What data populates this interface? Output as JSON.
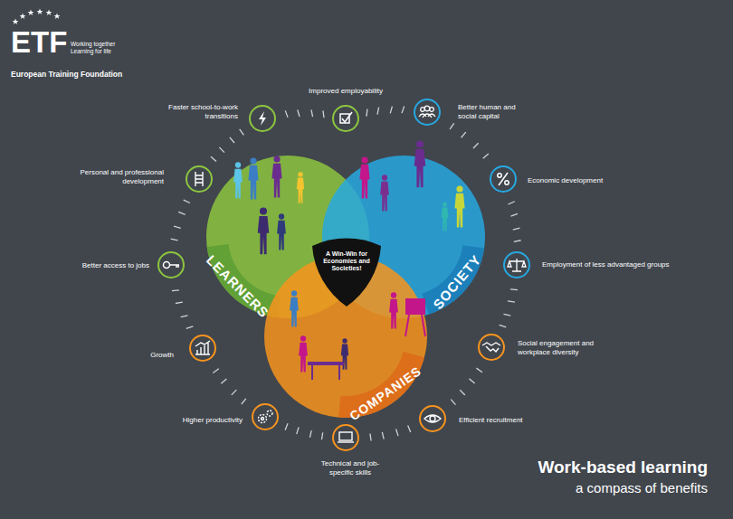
{
  "diagram": {
    "title": "Work-based learning",
    "caption": "a compass of benefits",
    "nodes": [
      {
        "text": [
          "LEARNERS"
        ]
      },
      {
        "text": [
          "SOCIETY"
        ]
      },
      {
        "text": [
          "COMPANIES"
        ]
      },
      {
        "text": [
          "A Win-Win for Economies and Societies!"
        ]
      }
    ],
    "labels": [
      "ETF",
      "Working together",
      "Learning for life",
      "European Training Foundation",
      "Improved employability",
      "Better human and social capital",
      "Economic development",
      "Employment of less advantaged groups",
      "Social engagement and workplace diversity",
      "Efficient recruitment",
      "Technical and job-specific skills",
      "Higher productivity",
      "Growth",
      "Better access to jobs",
      "Personal and professional development",
      "Faster school-to-work transitions"
    ]
  }
}
